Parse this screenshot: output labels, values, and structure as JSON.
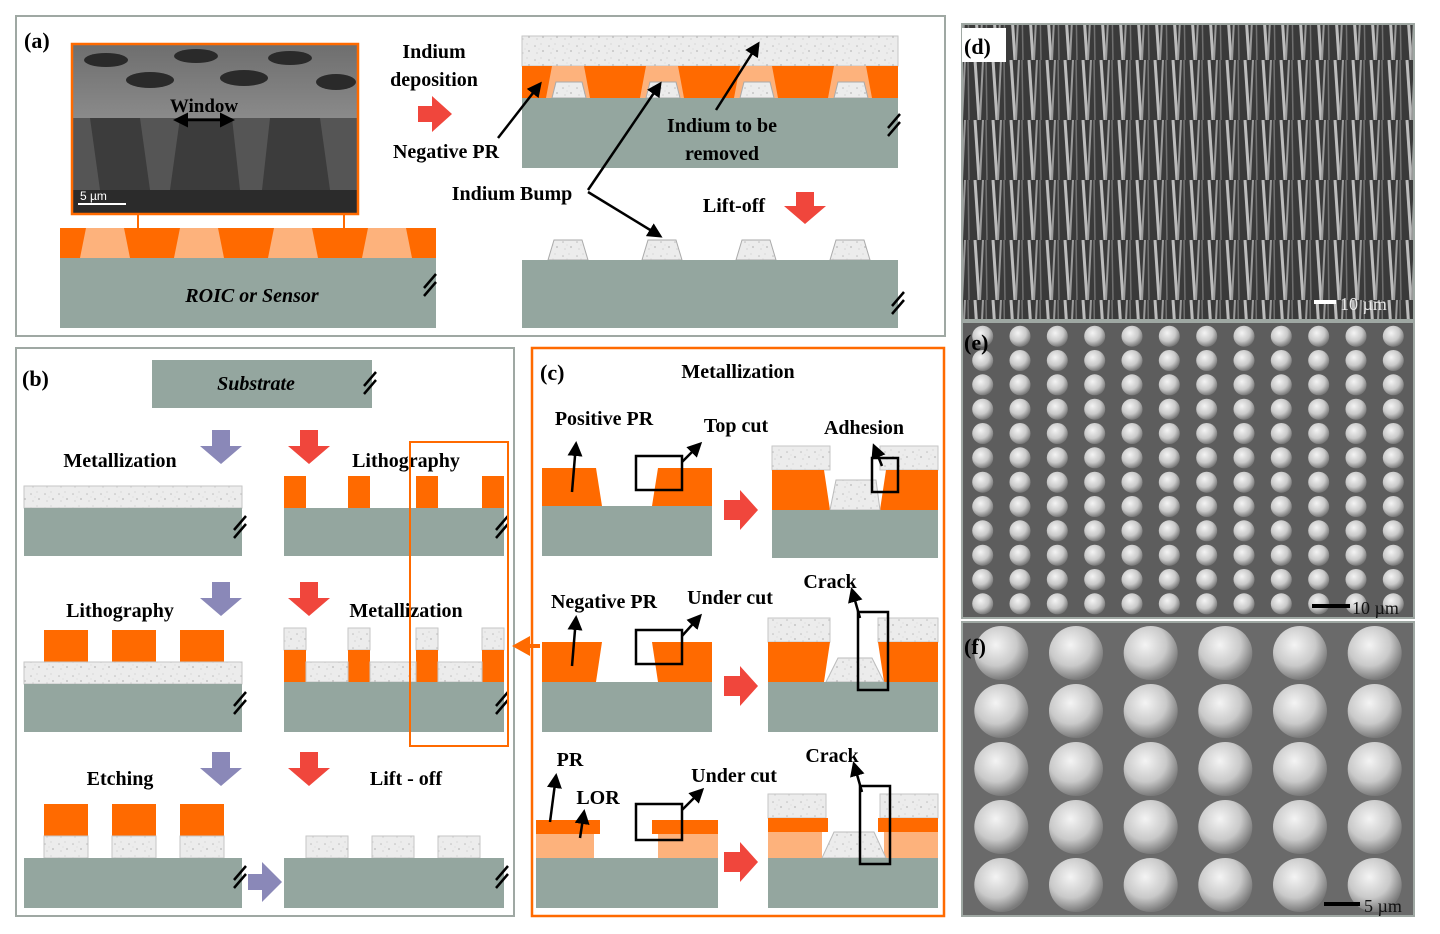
{
  "panel_a": {
    "tag": "(a)",
    "sem_window_label": "Window",
    "sem_scale": "5 µm",
    "substrate_label": "ROIC or Sensor",
    "step1_line1": "Indium",
    "step1_line2": "deposition",
    "negative_pr_label": "Negative PR",
    "indium_bump_label": "Indium Bump",
    "removed_line1": "Indium to be",
    "removed_line2": "removed",
    "liftoff_label": "Lift-off"
  },
  "panel_b": {
    "tag": "(b)",
    "substrate_label": "Substrate",
    "left_steps": [
      "Metallization",
      "Lithography",
      "Etching"
    ],
    "right_steps": [
      "Lithography",
      "Metallization",
      "Lift - off"
    ]
  },
  "panel_c": {
    "tag": "(c)",
    "title": "Metallization",
    "row1_left": "Positive PR",
    "row1_cut": "Top cut",
    "row1_result": "Adhesion",
    "row2_left": "Negative PR",
    "row2_cut": "Under cut",
    "row2_result": "Crack",
    "row3_pr": "PR",
    "row3_lor": "LOR",
    "row3_cut": "Under cut",
    "row3_result": "Crack"
  },
  "panel_d": {
    "tag": "(d)",
    "scale": "10 µm"
  },
  "panel_e": {
    "tag": "(e)",
    "scale": "10 µm"
  },
  "panel_f": {
    "tag": "(f)",
    "scale": "5 µm"
  },
  "colors": {
    "orange": "#ff6a00",
    "light_orange": "#fdb27c",
    "substrate": "#94a69f",
    "red_arrow": "#f0463c",
    "purple_arrow": "#8a88b8",
    "frame": "#9fa8a3"
  }
}
